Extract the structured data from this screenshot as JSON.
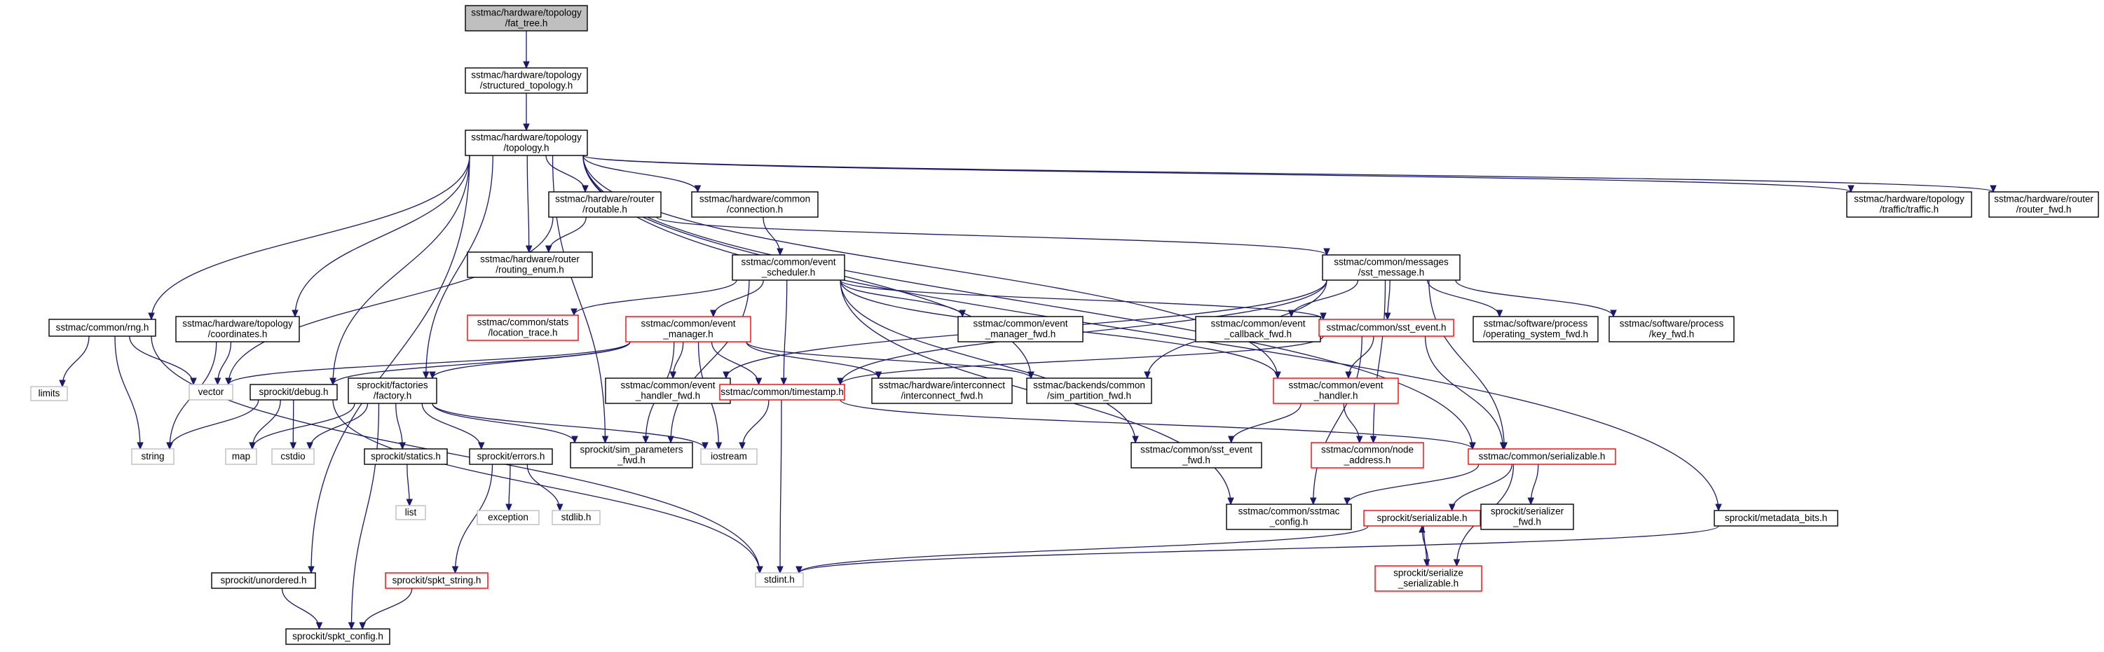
{
  "graph": {
    "colors": {
      "edge": "#191970",
      "node_border_normal": "#000000",
      "node_border_missing_docs": "#ff0000",
      "node_border_system": "#bfbfbf",
      "node_fill_root": "#bfbfbf",
      "node_fill_normal": "#ffffff",
      "text": "#000000"
    },
    "nodes": [
      {
        "id": "fat_tree",
        "lines": [
          "sstmac/hardware/topology",
          "/fat_tree.h"
        ],
        "style": "root"
      },
      {
        "id": "structured_topology",
        "lines": [
          "sstmac/hardware/topology",
          "/structured_topology.h"
        ],
        "style": "normal"
      },
      {
        "id": "topology",
        "lines": [
          "sstmac/hardware/topology",
          "/topology.h"
        ],
        "style": "normal"
      },
      {
        "id": "routable",
        "lines": [
          "sstmac/hardware/router",
          "/routable.h"
        ],
        "style": "normal"
      },
      {
        "id": "connection",
        "lines": [
          "sstmac/hardware/common",
          "/connection.h"
        ],
        "style": "normal"
      },
      {
        "id": "traffic",
        "lines": [
          "sstmac/hardware/topology",
          "/traffic/traffic.h"
        ],
        "style": "normal"
      },
      {
        "id": "router_fwd",
        "lines": [
          "sstmac/hardware/router",
          "/router_fwd.h"
        ],
        "style": "normal"
      },
      {
        "id": "routing_enum",
        "lines": [
          "sstmac/hardware/router",
          "/routing_enum.h"
        ],
        "style": "normal"
      },
      {
        "id": "event_scheduler",
        "lines": [
          "sstmac/common/event",
          "_scheduler.h"
        ],
        "style": "normal"
      },
      {
        "id": "sst_message",
        "lines": [
          "sstmac/common/messages",
          "/sst_message.h"
        ],
        "style": "normal"
      },
      {
        "id": "rng",
        "lines": [
          "sstmac/common/rng.h"
        ],
        "style": "normal"
      },
      {
        "id": "coordinates",
        "lines": [
          "sstmac/hardware/topology",
          "/coordinates.h"
        ],
        "style": "normal"
      },
      {
        "id": "location_trace",
        "lines": [
          "sstmac/common/stats",
          "/location_trace.h"
        ],
        "style": "missing"
      },
      {
        "id": "event_manager",
        "lines": [
          "sstmac/common/event",
          "_manager.h"
        ],
        "style": "missing"
      },
      {
        "id": "event_manager_fwd",
        "lines": [
          "sstmac/common/event",
          "_manager_fwd.h"
        ],
        "style": "normal"
      },
      {
        "id": "event_callback_fwd",
        "lines": [
          "sstmac/common/event",
          "_callback_fwd.h"
        ],
        "style": "normal"
      },
      {
        "id": "sst_event",
        "lines": [
          "sstmac/common/sst_event.h"
        ],
        "style": "missing"
      },
      {
        "id": "operating_system_fwd",
        "lines": [
          "sstmac/software/process",
          "/operating_system_fwd.h"
        ],
        "style": "normal"
      },
      {
        "id": "key_fwd",
        "lines": [
          "sstmac/software/process",
          "/key_fwd.h"
        ],
        "style": "normal"
      },
      {
        "id": "limits",
        "lines": [
          "limits"
        ],
        "style": "system"
      },
      {
        "id": "vector",
        "lines": [
          "vector"
        ],
        "style": "system"
      },
      {
        "id": "debug",
        "lines": [
          "sprockit/debug.h"
        ],
        "style": "normal"
      },
      {
        "id": "factory",
        "lines": [
          "sprockit/factories",
          "/factory.h"
        ],
        "style": "normal"
      },
      {
        "id": "event_handler_fwd",
        "lines": [
          "sstmac/common/event",
          "_handler_fwd.h"
        ],
        "style": "normal"
      },
      {
        "id": "timestamp",
        "lines": [
          "sstmac/common/timestamp.h"
        ],
        "style": "missing"
      },
      {
        "id": "interconnect_fwd",
        "lines": [
          "sstmac/hardware/interconnect",
          "/interconnect_fwd.h"
        ],
        "style": "normal"
      },
      {
        "id": "sim_partition_fwd",
        "lines": [
          "sstmac/backends/common",
          "/sim_partition_fwd.h"
        ],
        "style": "normal"
      },
      {
        "id": "event_handler",
        "lines": [
          "sstmac/common/event",
          "_handler.h"
        ],
        "style": "missing"
      },
      {
        "id": "string",
        "lines": [
          "string"
        ],
        "style": "system"
      },
      {
        "id": "map",
        "lines": [
          "map"
        ],
        "style": "system"
      },
      {
        "id": "cstdio",
        "lines": [
          "cstdio"
        ],
        "style": "system"
      },
      {
        "id": "statics",
        "lines": [
          "sprockit/statics.h"
        ],
        "style": "normal"
      },
      {
        "id": "errors",
        "lines": [
          "sprockit/errors.h"
        ],
        "style": "normal"
      },
      {
        "id": "sim_parameters_fwd",
        "lines": [
          "sprockit/sim_parameters",
          "_fwd.h"
        ],
        "style": "normal"
      },
      {
        "id": "iostream",
        "lines": [
          "iostream"
        ],
        "style": "system"
      },
      {
        "id": "sst_event_fwd",
        "lines": [
          "sstmac/common/sst_event",
          "_fwd.h"
        ],
        "style": "normal"
      },
      {
        "id": "node_address",
        "lines": [
          "sstmac/common/node",
          "_address.h"
        ],
        "style": "missing"
      },
      {
        "id": "serializable_common",
        "lines": [
          "sstmac/common/serializable.h"
        ],
        "style": "missing"
      },
      {
        "id": "list",
        "lines": [
          "list"
        ],
        "style": "system"
      },
      {
        "id": "exception",
        "lines": [
          "exception"
        ],
        "style": "system"
      },
      {
        "id": "stdlib",
        "lines": [
          "stdlib.h"
        ],
        "style": "system"
      },
      {
        "id": "sstmac_config",
        "lines": [
          "sstmac/common/sstmac",
          "_config.h"
        ],
        "style": "normal"
      },
      {
        "id": "sprockit_serializable",
        "lines": [
          "sprockit/serializable.h"
        ],
        "style": "missing"
      },
      {
        "id": "serializer_fwd",
        "lines": [
          "sprockit/serializer",
          "_fwd.h"
        ],
        "style": "normal"
      },
      {
        "id": "metadata_bits",
        "lines": [
          "sprockit/metadata_bits.h"
        ],
        "style": "normal"
      },
      {
        "id": "unordered",
        "lines": [
          "sprockit/unordered.h"
        ],
        "style": "normal"
      },
      {
        "id": "spkt_string",
        "lines": [
          "sprockit/spkt_string.h"
        ],
        "style": "missing"
      },
      {
        "id": "stdint",
        "lines": [
          "stdint.h"
        ],
        "style": "system"
      },
      {
        "id": "serialize_serializable",
        "lines": [
          "sprockit/serialize",
          "_serializable.h"
        ],
        "style": "missing"
      },
      {
        "id": "spkt_config",
        "lines": [
          "sprockit/spkt_config.h"
        ],
        "style": "normal"
      }
    ],
    "edges": [
      [
        "fat_tree",
        "structured_topology"
      ],
      [
        "structured_topology",
        "topology"
      ],
      [
        "topology",
        "routable"
      ],
      [
        "topology",
        "connection"
      ],
      [
        "topology",
        "traffic"
      ],
      [
        "topology",
        "router_fwd"
      ],
      [
        "topology",
        "routing_enum"
      ],
      [
        "topology",
        "rng"
      ],
      [
        "topology",
        "coordinates"
      ],
      [
        "topology",
        "debug"
      ],
      [
        "topology",
        "factory"
      ],
      [
        "topology",
        "sim_parameters_fwd"
      ],
      [
        "topology",
        "unordered"
      ],
      [
        "topology",
        "sim_partition_fwd"
      ],
      [
        "topology",
        "serializable_common"
      ],
      [
        "topology",
        "metadata_bits"
      ],
      [
        "topology",
        "event_handler"
      ],
      [
        "routable",
        "routing_enum"
      ],
      [
        "routable",
        "sst_message"
      ],
      [
        "routable",
        "vector"
      ],
      [
        "connection",
        "event_scheduler"
      ],
      [
        "event_scheduler",
        "location_trace"
      ],
      [
        "event_scheduler",
        "event_manager"
      ],
      [
        "event_scheduler",
        "event_manager_fwd"
      ],
      [
        "event_scheduler",
        "timestamp"
      ],
      [
        "event_scheduler",
        "sim_parameters_fwd"
      ],
      [
        "event_scheduler",
        "sst_event_fwd"
      ],
      [
        "event_scheduler",
        "event_handler"
      ],
      [
        "event_scheduler",
        "sst_event"
      ],
      [
        "event_scheduler",
        "sstmac_config"
      ],
      [
        "sst_message",
        "event_callback_fwd"
      ],
      [
        "sst_message",
        "sst_event"
      ],
      [
        "sst_message",
        "operating_system_fwd"
      ],
      [
        "sst_message",
        "key_fwd"
      ],
      [
        "sst_message",
        "node_address"
      ],
      [
        "sst_message",
        "serializable_common"
      ],
      [
        "sst_message",
        "event_handler_fwd"
      ],
      [
        "sst_message",
        "timestamp"
      ],
      [
        "sst_message",
        "sim_partition_fwd"
      ],
      [
        "rng",
        "limits"
      ],
      [
        "rng",
        "vector"
      ],
      [
        "rng",
        "string"
      ],
      [
        "rng",
        "stdint"
      ],
      [
        "coordinates",
        "vector"
      ],
      [
        "coordinates",
        "string"
      ],
      [
        "event_manager",
        "vector"
      ],
      [
        "event_manager",
        "debug"
      ],
      [
        "event_manager",
        "factory"
      ],
      [
        "event_manager",
        "event_handler_fwd"
      ],
      [
        "event_manager",
        "timestamp"
      ],
      [
        "event_manager",
        "interconnect_fwd"
      ],
      [
        "event_manager",
        "sim_partition_fwd"
      ],
      [
        "event_manager",
        "sim_parameters_fwd"
      ],
      [
        "event_manager",
        "iostream"
      ],
      [
        "sst_event",
        "event_handler"
      ],
      [
        "sst_event",
        "serializable_common"
      ],
      [
        "sst_event",
        "timestamp"
      ],
      [
        "sst_event",
        "sstmac_config"
      ],
      [
        "debug",
        "string"
      ],
      [
        "debug",
        "map"
      ],
      [
        "debug",
        "cstdio"
      ],
      [
        "debug",
        "stdint"
      ],
      [
        "factory",
        "map"
      ],
      [
        "factory",
        "cstdio"
      ],
      [
        "factory",
        "statics"
      ],
      [
        "factory",
        "errors"
      ],
      [
        "factory",
        "sim_parameters_fwd"
      ],
      [
        "factory",
        "iostream"
      ],
      [
        "factory",
        "spkt_config"
      ],
      [
        "timestamp",
        "iostream"
      ],
      [
        "timestamp",
        "stdint"
      ],
      [
        "timestamp",
        "serializable_common"
      ],
      [
        "event_handler",
        "sst_event_fwd"
      ],
      [
        "event_handler",
        "node_address"
      ],
      [
        "statics",
        "list"
      ],
      [
        "errors",
        "exception"
      ],
      [
        "errors",
        "stdlib"
      ],
      [
        "errors",
        "spkt_string"
      ],
      [
        "serializable_common",
        "sstmac_config"
      ],
      [
        "serializable_common",
        "sprockit_serializable"
      ],
      [
        "serializable_common",
        "serializer_fwd"
      ],
      [
        "serializable_common",
        "serialize_serializable"
      ],
      [
        "sprockit_serializable",
        "serialize_serializable"
      ],
      [
        "sprockit_serializable",
        "stdint"
      ],
      [
        "serialize_serializable",
        "sprockit_serializable"
      ],
      [
        "metadata_bits",
        "stdint"
      ],
      [
        "unordered",
        "spkt_config"
      ],
      [
        "spkt_string",
        "spkt_config"
      ]
    ]
  }
}
